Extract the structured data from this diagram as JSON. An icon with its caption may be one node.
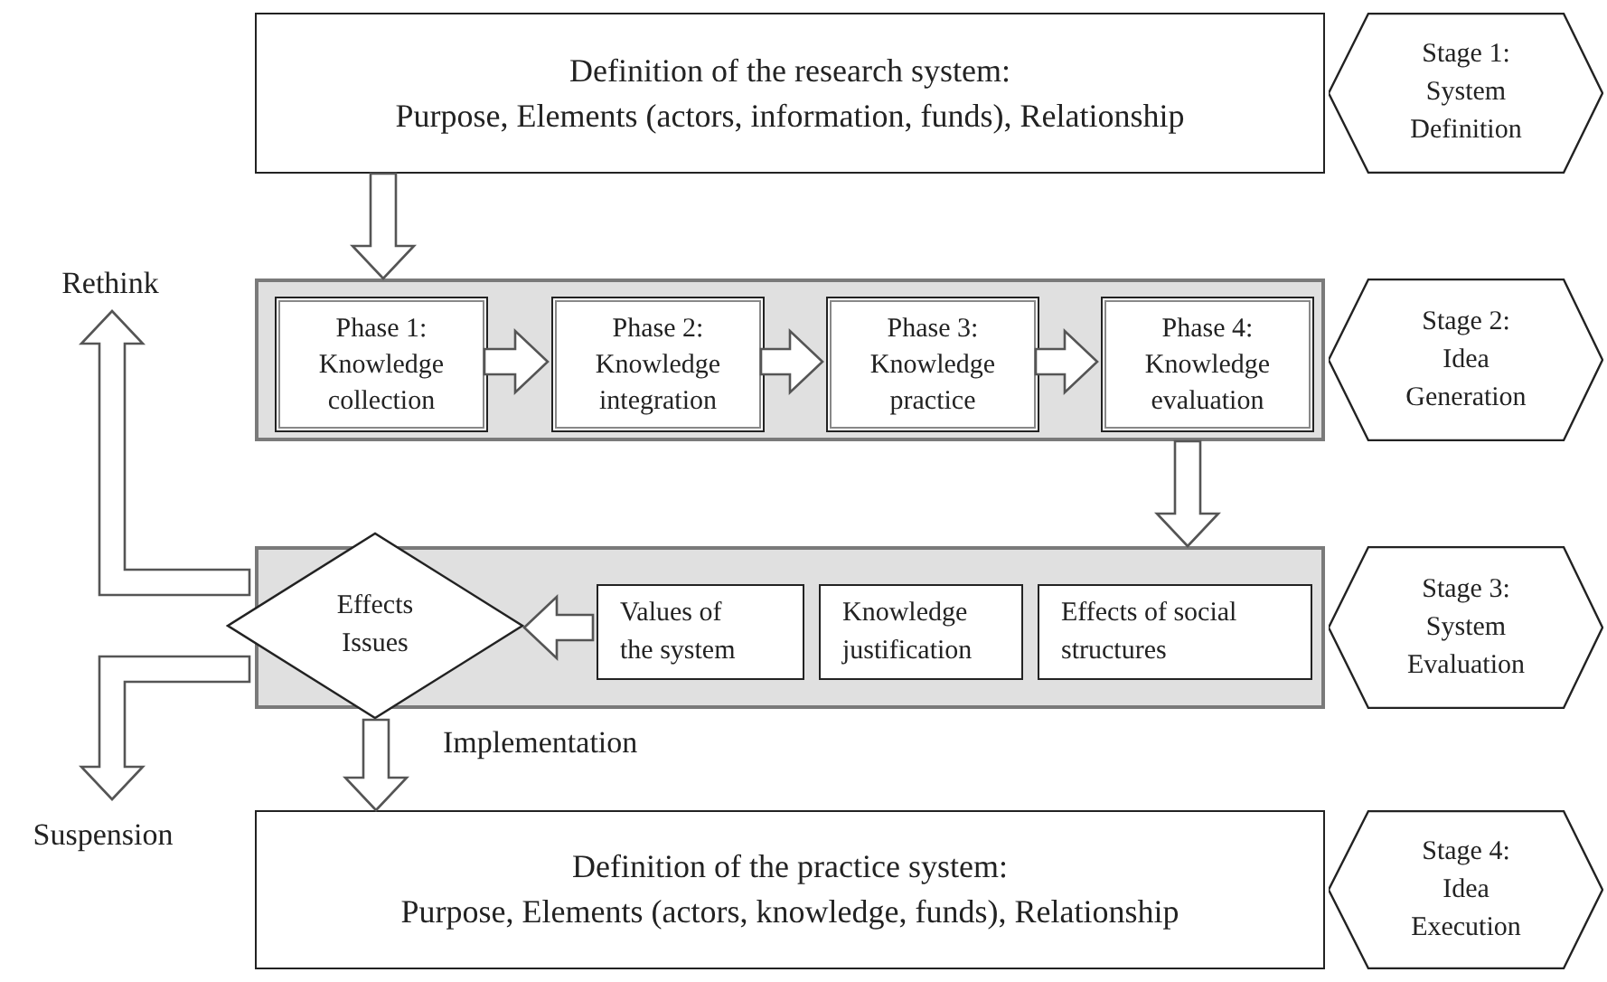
{
  "diagram": {
    "nodes": [
      {
        "text": [
          "Definition of the research system:",
          "Purpose, Elements (actors, information, funds), Relationship"
        ]
      },
      {
        "text": [
          "Stage 1: System Definition"
        ]
      },
      {
        "text": [],
        "shape": "box"
      },
      {
        "text": [
          "Phase 1: Knowledge collection"
        ],
        "in": 2
      },
      {
        "text": [
          "Phase 2: Knowledge integration"
        ],
        "in": 2
      },
      {
        "text": [
          "Phase 3: Knowledge practice"
        ],
        "in": 2
      },
      {
        "text": [
          "Phase 4: Knowledge evaluation"
        ],
        "in": 2
      },
      {
        "text": [
          "Stage 2: Idea Generation"
        ]
      },
      {
        "text": [],
        "shape": "box"
      },
      {
        "text": [
          "Effects Issues"
        ]
      },
      {
        "text": [
          "Values of the system"
        ],
        "in": 8
      },
      {
        "text": [
          "Knowledge justification"
        ],
        "in": 8
      },
      {
        "text": [
          "Effects of social structures"
        ],
        "in": 8
      },
      {
        "text": [
          "Stage 3: System Evaluation"
        ]
      },
      {
        "text": [
          "Definition of the practice system:",
          "Purpose, Elements (actors, knowledge, funds), Relationship"
        ]
      },
      {
        "text": [
          "Stage 4: Idea Execution"
        ]
      },
      {
        "text": [
          "Rethink"
        ]
      },
      {
        "text": [
          "Suspension"
        ]
      }
    ],
    "edges": [
      {
        "from": 0,
        "to": 2,
        "arrow": "to"
      },
      {
        "from": 3,
        "to": 4,
        "arrow": "to"
      },
      {
        "from": 4,
        "to": 5,
        "arrow": "to"
      },
      {
        "from": 5,
        "to": 6,
        "arrow": "to"
      },
      {
        "from": 2,
        "to": 8,
        "arrow": "to"
      },
      {
        "from": 10,
        "to": 9,
        "arrow": "to"
      },
      {
        "from": 9,
        "to": 14,
        "arrow": "to",
        "label": "Implementation"
      },
      {
        "from": 9,
        "to": 16,
        "arrow": "to"
      },
      {
        "from": 9,
        "to": 17,
        "arrow": "to"
      }
    ]
  }
}
